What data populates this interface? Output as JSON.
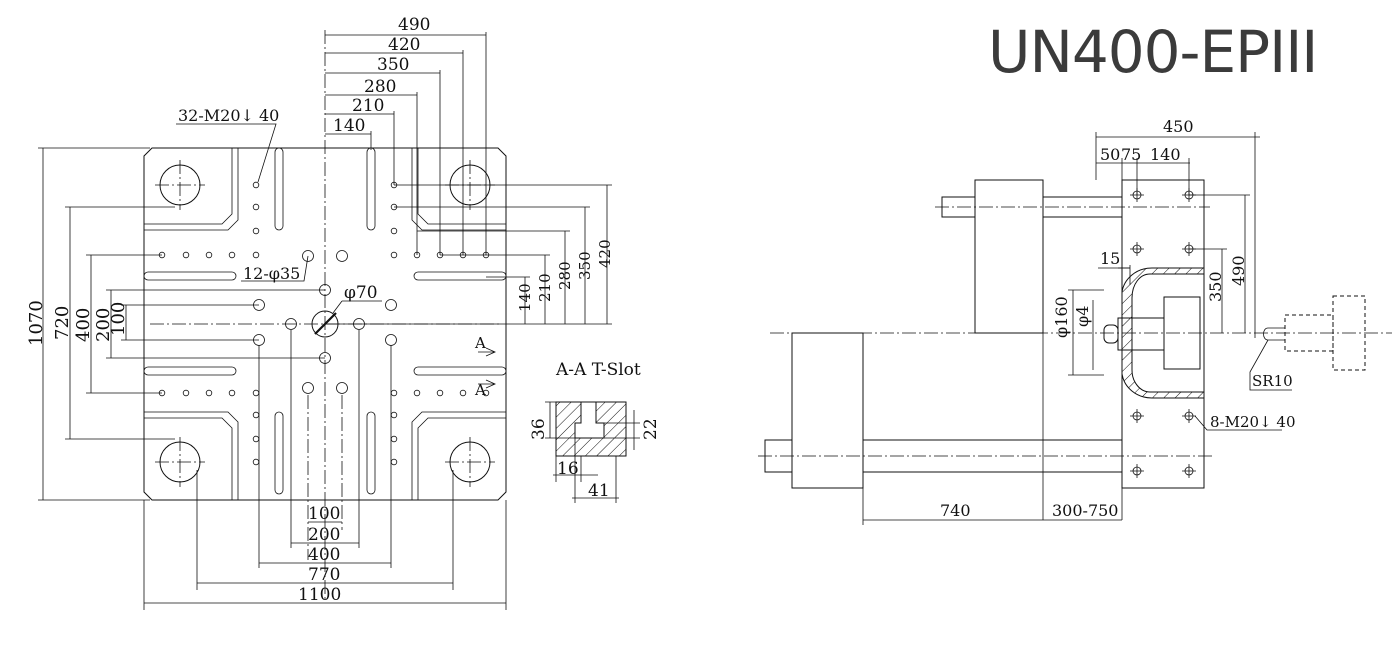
{
  "title": "UN400-EPIII",
  "front_view": {
    "top_dims": [
      "490",
      "420",
      "350",
      "280",
      "210",
      "140"
    ],
    "right_dims": [
      "140",
      "210",
      "280",
      "350",
      "420"
    ],
    "left_dims": [
      "1070",
      "720",
      "400",
      "200",
      "100"
    ],
    "bottom_dims": [
      "100",
      "200",
      "400",
      "770",
      "1100"
    ],
    "callout_tapped": "32-M20↓ 40",
    "callout_holes": "12-φ35",
    "callout_center": "φ70",
    "section_mark": "A"
  },
  "tslot": {
    "title": "A-A T-Slot",
    "dims": [
      "36",
      "22",
      "16",
      "41"
    ]
  },
  "side_view": {
    "top_dims": [
      "450",
      "50",
      "75",
      "140"
    ],
    "right_dims": [
      "350",
      "490"
    ],
    "bottom_dims": [
      "740",
      "300-750"
    ],
    "dim_15": "15",
    "dim_d160": "φ160",
    "dim_d4": "φ4",
    "callout_bolts": "8-M20↓ 40",
    "callout_sr": "SR10"
  }
}
